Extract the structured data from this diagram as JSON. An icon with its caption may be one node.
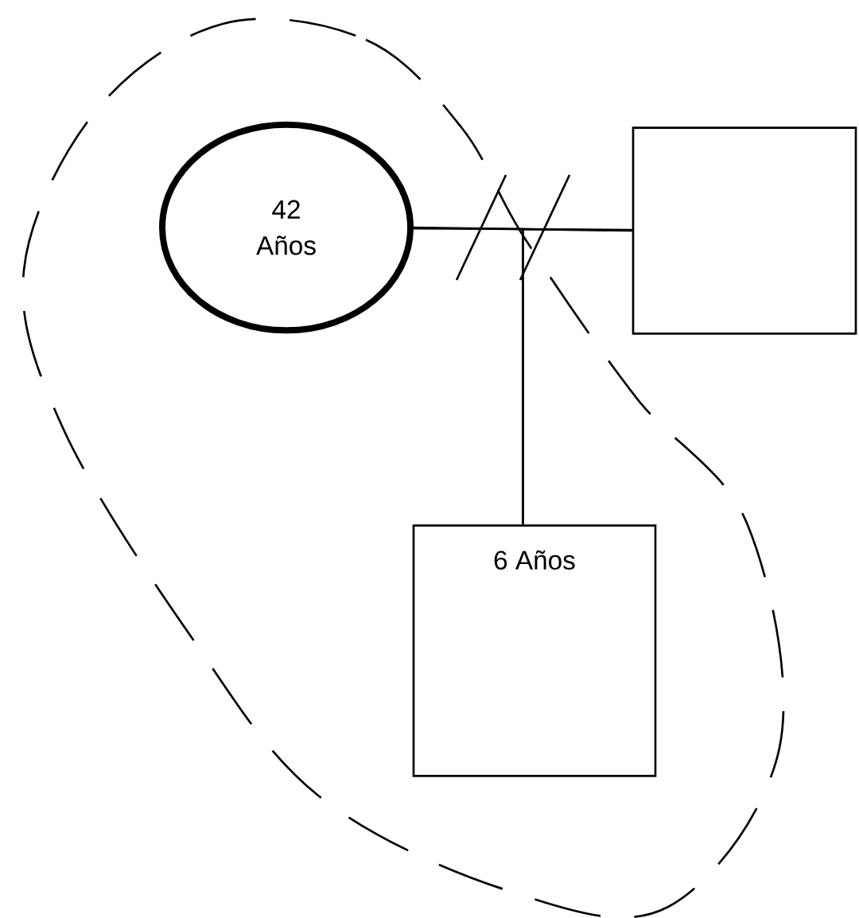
{
  "diagram": {
    "nodes": [
      {
        "text": [
          "42 Años"
        ]
      },
      {
        "text": [],
        "shape": "box"
      },
      {
        "text": [
          "6 Años"
        ]
      }
    ],
    "edges": [
      {
        "from": 0,
        "to": 1,
        "arrow": "none"
      },
      {
        "from": 0,
        "to": 2,
        "arrow": "none"
      },
      {
        "from": 1,
        "to": 2,
        "arrow": "none"
      }
    ]
  }
}
